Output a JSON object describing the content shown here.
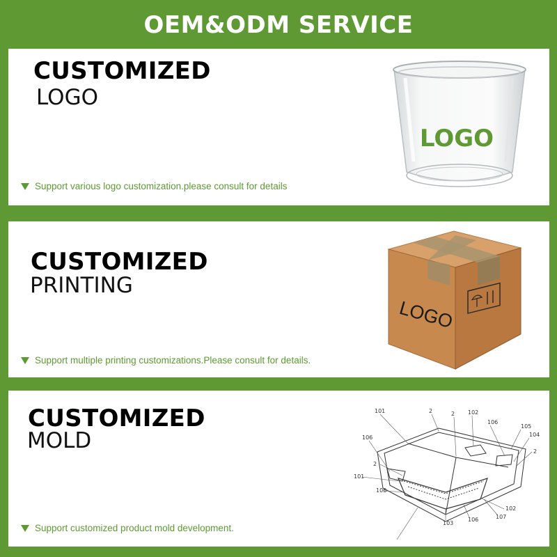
{
  "title": "OEM&ODM SERVICE",
  "sections": [
    {
      "heading": "CUSTOMIZED",
      "subheading": "LOGO",
      "note": "Support various logo customization.please consult for details",
      "image_label": "LOGO"
    },
    {
      "heading": "CUSTOMIZED",
      "subheading": "PRINTING",
      "note": "Support multiple printing customizations.Please consult for details.",
      "image_label": "LOGO"
    },
    {
      "heading": "CUSTOMIZED",
      "subheading": "MOLD",
      "note": "Support customized product mold development.",
      "diagram_labels": [
        "101",
        "2",
        "2",
        "102",
        "106",
        "105",
        "104",
        "106",
        "2",
        "2",
        "101",
        "106",
        "102",
        "103",
        "106",
        "107"
      ]
    }
  ],
  "colors": {
    "brand_green": "#5f9933",
    "text_green": "#5c9a32",
    "panel": "#ffffff",
    "box": "#c8894f"
  },
  "icons": [
    "triangle-bullet-icon",
    "clear-cup-image",
    "cardboard-box-image",
    "umbrella-icon",
    "tray-diagram-image"
  ]
}
